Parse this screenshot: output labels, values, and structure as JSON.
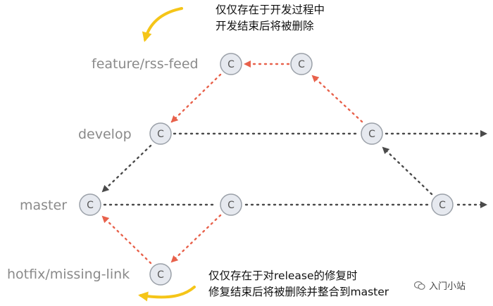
{
  "branches": {
    "feature": "feature/rss-feed",
    "develop": "develop",
    "master": "master",
    "hotfix": "hotfix/missing-link"
  },
  "commit_label": "C",
  "notes": {
    "feature_line1": "仅仅存在于开发过程中",
    "feature_line2": "开发结束后将被删除",
    "hotfix_line1": "仅仅存在于对release的修复时",
    "hotfix_line2": "修复结束后将被删除并整合到master"
  },
  "watermark": "入门小站",
  "colors": {
    "red_arrow": "#e8614b",
    "gray_arrow": "#4a4a4a",
    "yellow_arrow": "#f5c518",
    "commit_fill": "#e6e9ef",
    "commit_stroke": "#9aa0a8",
    "label_text": "#8a8a8a"
  },
  "icons": [
    "curved-arrow-icon",
    "wechat-icon"
  ]
}
